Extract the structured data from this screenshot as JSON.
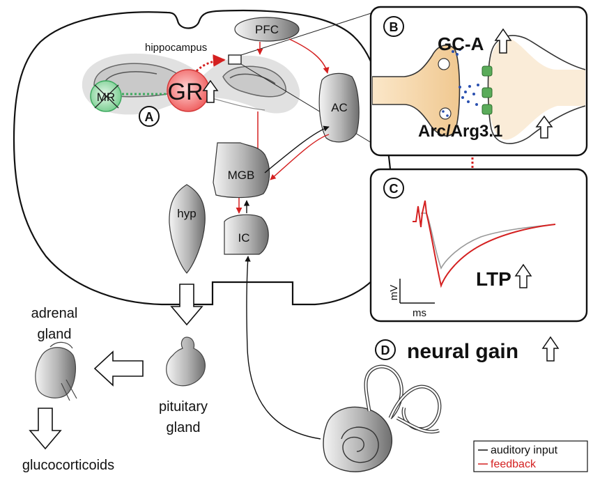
{
  "labels": {
    "pfc": "PFC",
    "hippocampus": "hippocampus",
    "mr": "MR",
    "gr": "GR",
    "ac": "AC",
    "mgb": "MGB",
    "ic": "IC",
    "hyp": "hyp",
    "adrenal": "adrenal",
    "gland_adrenal": "gland",
    "pituitary": "pituitary",
    "gland_pituitary": "gland",
    "glucocorticoids": "glucocorticoids",
    "gca": "GC-A",
    "arc": "Arc/Arg3.1",
    "ltp": "LTP",
    "neural_gain": "neural gain",
    "mv": "mV",
    "ms": "ms"
  },
  "panels": {
    "a": "A",
    "b": "B",
    "c": "C",
    "d": "D"
  },
  "legend": {
    "auditory": "auditory input",
    "feedback": "feedback"
  },
  "colors": {
    "feedback": "#d42020",
    "auditory": "#111111",
    "gr_fill": "#f07070",
    "mr_fill": "#7fd49a",
    "synapse_fill": "#f5d5a8",
    "receptor": "#4aa04a"
  }
}
